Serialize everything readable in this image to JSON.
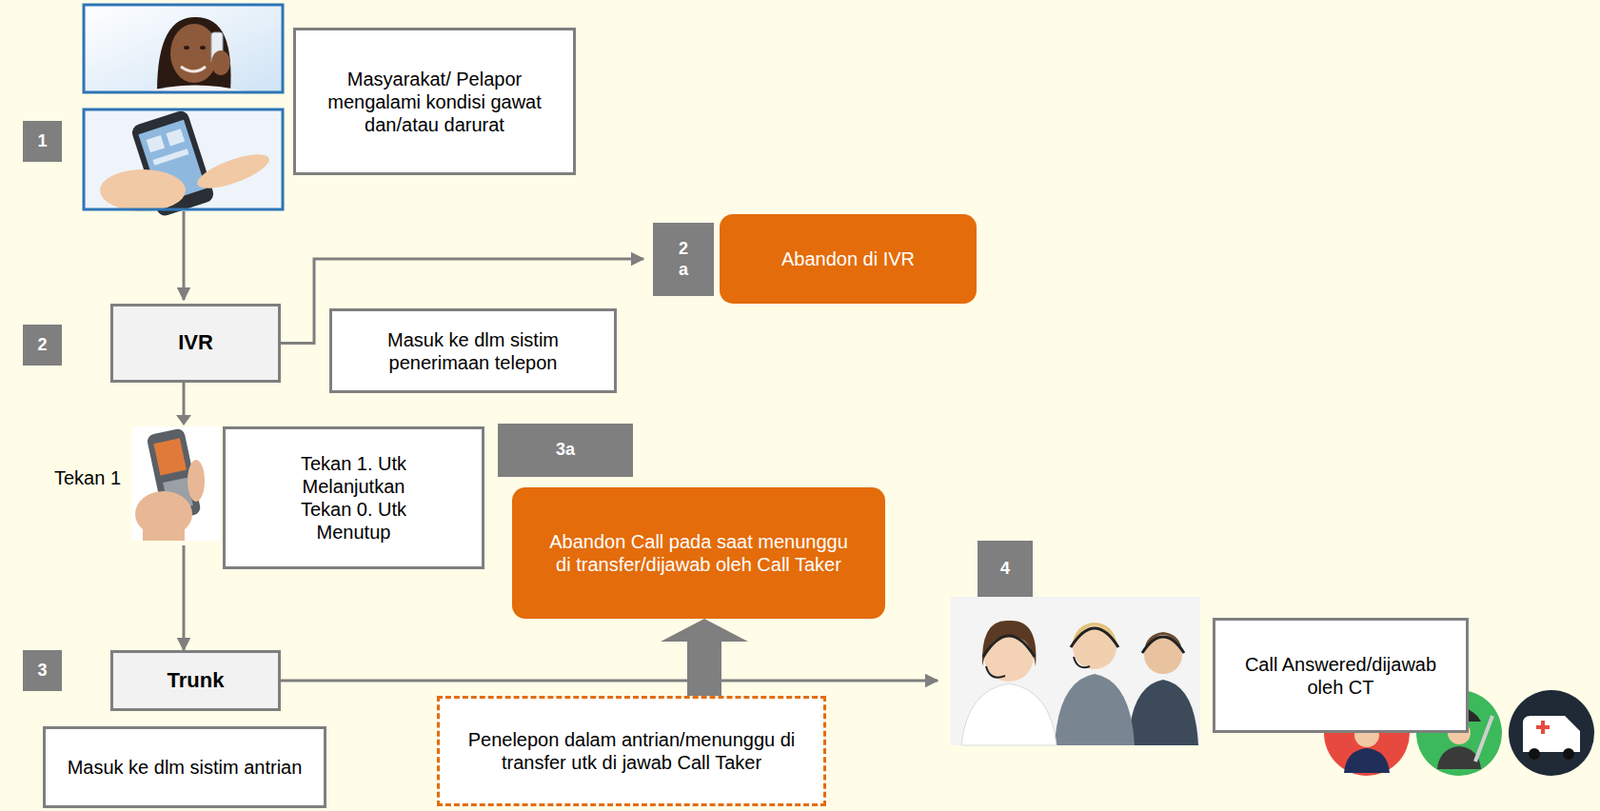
{
  "diagram": {
    "nodes": [
      {
        "text": [
          "Masyarakat/ Pelapor mengalami kondisi gawat dan/atau darurat"
        ]
      },
      {
        "text": [
          "IVR"
        ]
      },
      {
        "text": [
          "Abandon di IVR"
        ]
      },
      {
        "text": [
          "Masuk ke dlm sistim penerimaan telepon"
        ]
      },
      {
        "text": [
          "Tekan 1. Utk Melanjutkan Tekan 0. Utk Menutup"
        ]
      },
      {
        "text": [
          "Abandon Call pada saat menunggu di transfer/dijawab oleh Call Taker"
        ]
      },
      {
        "text": [
          "Trunk"
        ]
      },
      {
        "text": [
          "Masuk ke dlm sistim antrian"
        ]
      },
      {
        "text": [
          "Penelepon dalam antrian/menunggu di transfer utk di jawab Call Taker"
        ]
      },
      {
        "text": [
          "Call Answered/dijawab oleh CT"
        ]
      }
    ],
    "edges": [
      {
        "from": 1,
        "to": 2,
        "arrow": "to"
      },
      {
        "from": 1,
        "to": 6,
        "arrow": "to"
      },
      {
        "from": 6,
        "to": 9,
        "arrow": "to"
      },
      {
        "from": 8,
        "to": 5,
        "arrow": "to"
      }
    ],
    "labels": [
      "1",
      "2 a",
      "2",
      "Tekan 1",
      "3a",
      "4",
      "3"
    ]
  }
}
